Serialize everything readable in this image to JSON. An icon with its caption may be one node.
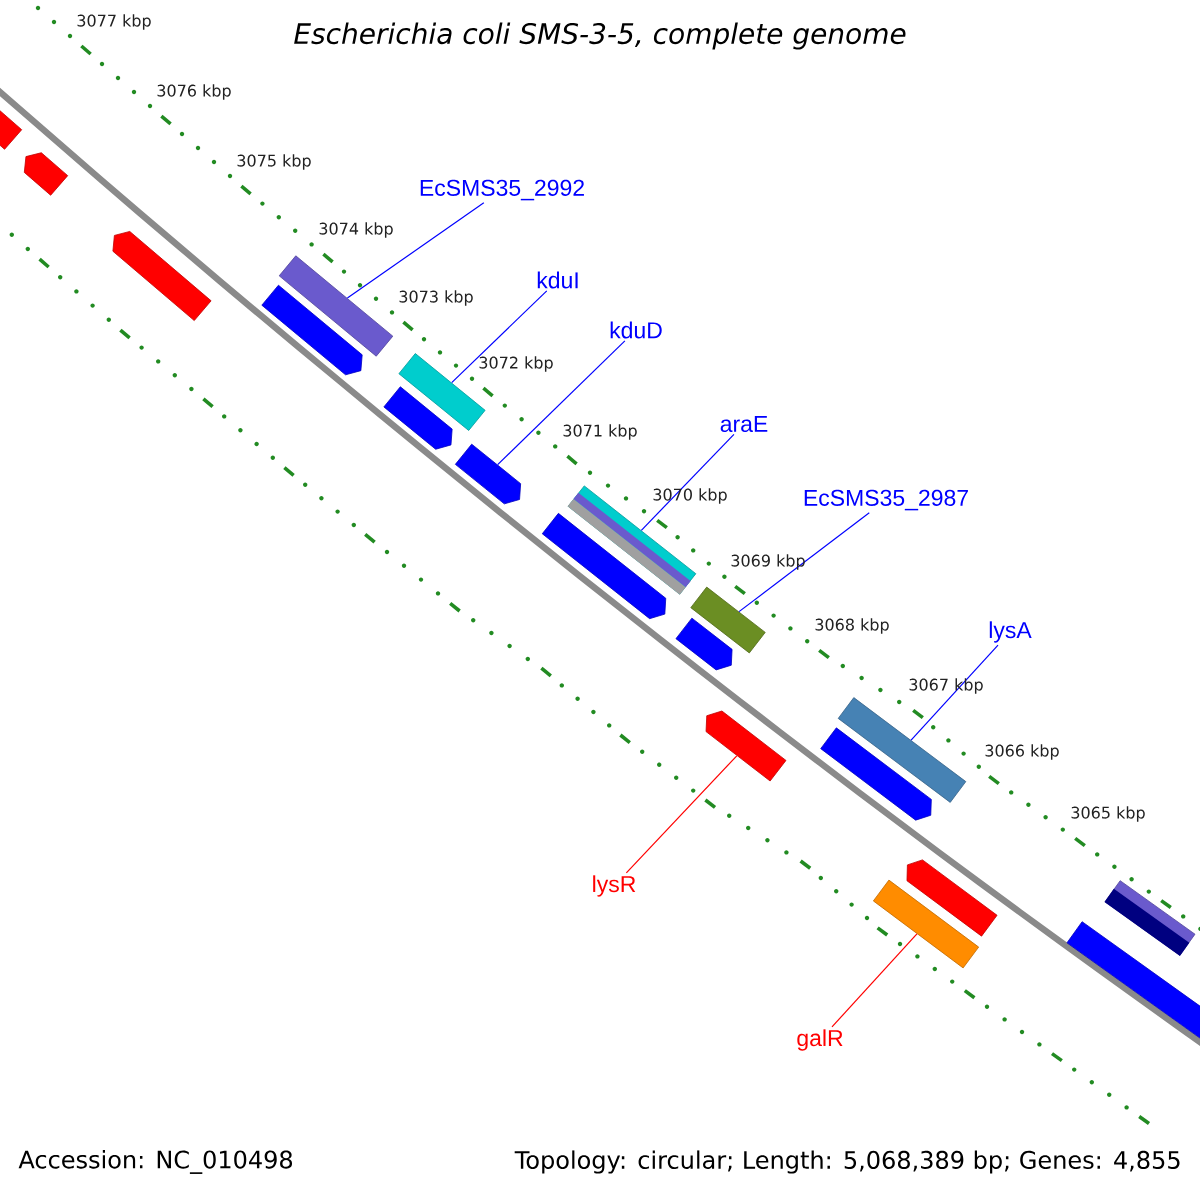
{
  "diagram": {
    "title": "Escherichia coli SMS-3-5, complete genome",
    "nodes": [
      {
        "text": [],
        "shape": "arrow"
      },
      {
        "text": [],
        "shape": "arrow"
      },
      {
        "text": [
          "EcSMS35_2992"
        ]
      },
      {
        "text": [],
        "shape": "arrow"
      },
      {
        "text": [
          "kduI"
        ]
      },
      {
        "text": [],
        "shape": "bar"
      },
      {
        "text": [],
        "shape": "arrow"
      },
      {
        "text": [
          "kduD"
        ]
      },
      {
        "text": [],
        "shape": "bar"
      },
      {
        "text": [],
        "shape": "arrow"
      },
      {
        "text": [
          "araE"
        ]
      },
      {
        "text": [],
        "shape": "arrow"
      },
      {
        "text": [
          "EcSMS35_2987"
        ]
      },
      {
        "text": [],
        "shape": "bar"
      },
      {
        "text": [],
        "shape": "arrow"
      },
      {
        "text": [],
        "shape": "bar"
      },
      {
        "text": [
          "lysA"
        ]
      },
      {
        "text": [],
        "shape": "arrow"
      },
      {
        "text": [],
        "shape": "arrow"
      },
      {
        "text": [],
        "shape": "bar"
      },
      {
        "text": [],
        "shape": "arrow"
      },
      {
        "text": [
          "lysR"
        ]
      },
      {
        "text": [],
        "shape": "arrow"
      },
      {
        "text": [],
        "shape": "bar"
      },
      {
        "text": [],
        "shape": "bar"
      },
      {
        "text": [],
        "shape": "arrow"
      },
      {
        "text": [
          "galR"
        ]
      }
    ],
    "edges": [
      {
        "from": 2,
        "to": 5,
        "arrow": "none"
      },
      {
        "from": 4,
        "to": 8,
        "arrow": "none"
      },
      {
        "from": 7,
        "to": 11,
        "arrow": "none"
      },
      {
        "from": 10,
        "to": 13,
        "arrow": "none"
      },
      {
        "from": 12,
        "to": 15,
        "arrow": "none"
      },
      {
        "from": 16,
        "to": 19,
        "arrow": "none"
      },
      {
        "from": 21,
        "to": 18,
        "arrow": "none",
        "color": "#ff0000"
      },
      {
        "from": 26,
        "to": 23,
        "arrow": "none",
        "color": "#ff0000"
      }
    ],
    "labels": [
      "3077 kbp",
      "3076 kbp",
      "3075 kbp",
      "3074 kbp",
      "3073 kbp",
      "3072 kbp",
      "3071 kbp",
      "3070 kbp",
      "3069 kbp",
      "3068 kbp",
      "3067 kbp",
      "3066 kbp",
      "3065 kbp",
      "Accession: NC_010498",
      "Topology: circular; Length: 5,068,389 bp; Genes: 4,855"
    ]
  }
}
